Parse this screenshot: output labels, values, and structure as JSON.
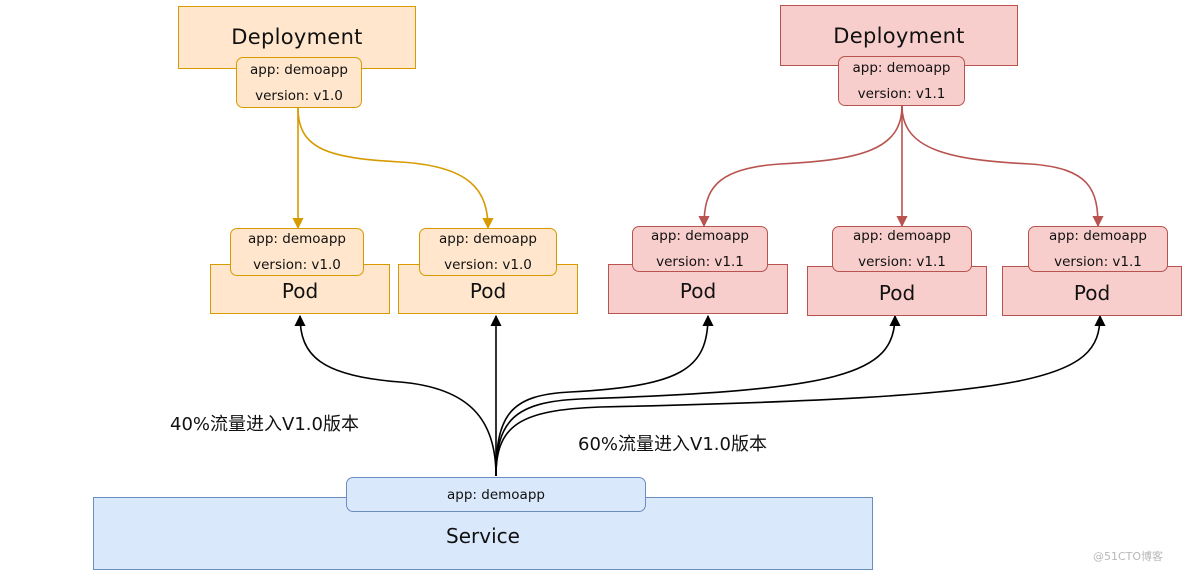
{
  "deployments": [
    {
      "title": "Deployment",
      "label_app": "app: demoapp",
      "label_version": "version: v1.0"
    },
    {
      "title": "Deployment",
      "label_app": "app: demoapp",
      "label_version": "version: v1.1"
    }
  ],
  "pods": [
    {
      "title": "Pod",
      "label_app": "app: demoapp",
      "label_version": "version: v1.0"
    },
    {
      "title": "Pod",
      "label_app": "app: demoapp",
      "label_version": "version: v1.0"
    },
    {
      "title": "Pod",
      "label_app": "app: demoapp",
      "label_version": "version: v1.1"
    },
    {
      "title": "Pod",
      "label_app": "app: demoapp",
      "label_version": "version: v1.1"
    },
    {
      "title": "Pod",
      "label_app": "app: demoapp",
      "label_version": "version: v1.1"
    }
  ],
  "service": {
    "title": "Service",
    "label_app": "app: demoapp"
  },
  "annotations": {
    "left": "40%流量进入V1.0版本",
    "right": "60%流量进入V1.0版本"
  },
  "watermark": "@51CTO博客",
  "colors": {
    "v10_fill": "#ffe6cc",
    "v10_stroke": "#d79b00",
    "v11_fill": "#f8cecc",
    "v11_stroke": "#b85450",
    "service_fill": "#dae8fc",
    "service_stroke": "#6c8ebf",
    "traffic_arrow": "#000000"
  }
}
